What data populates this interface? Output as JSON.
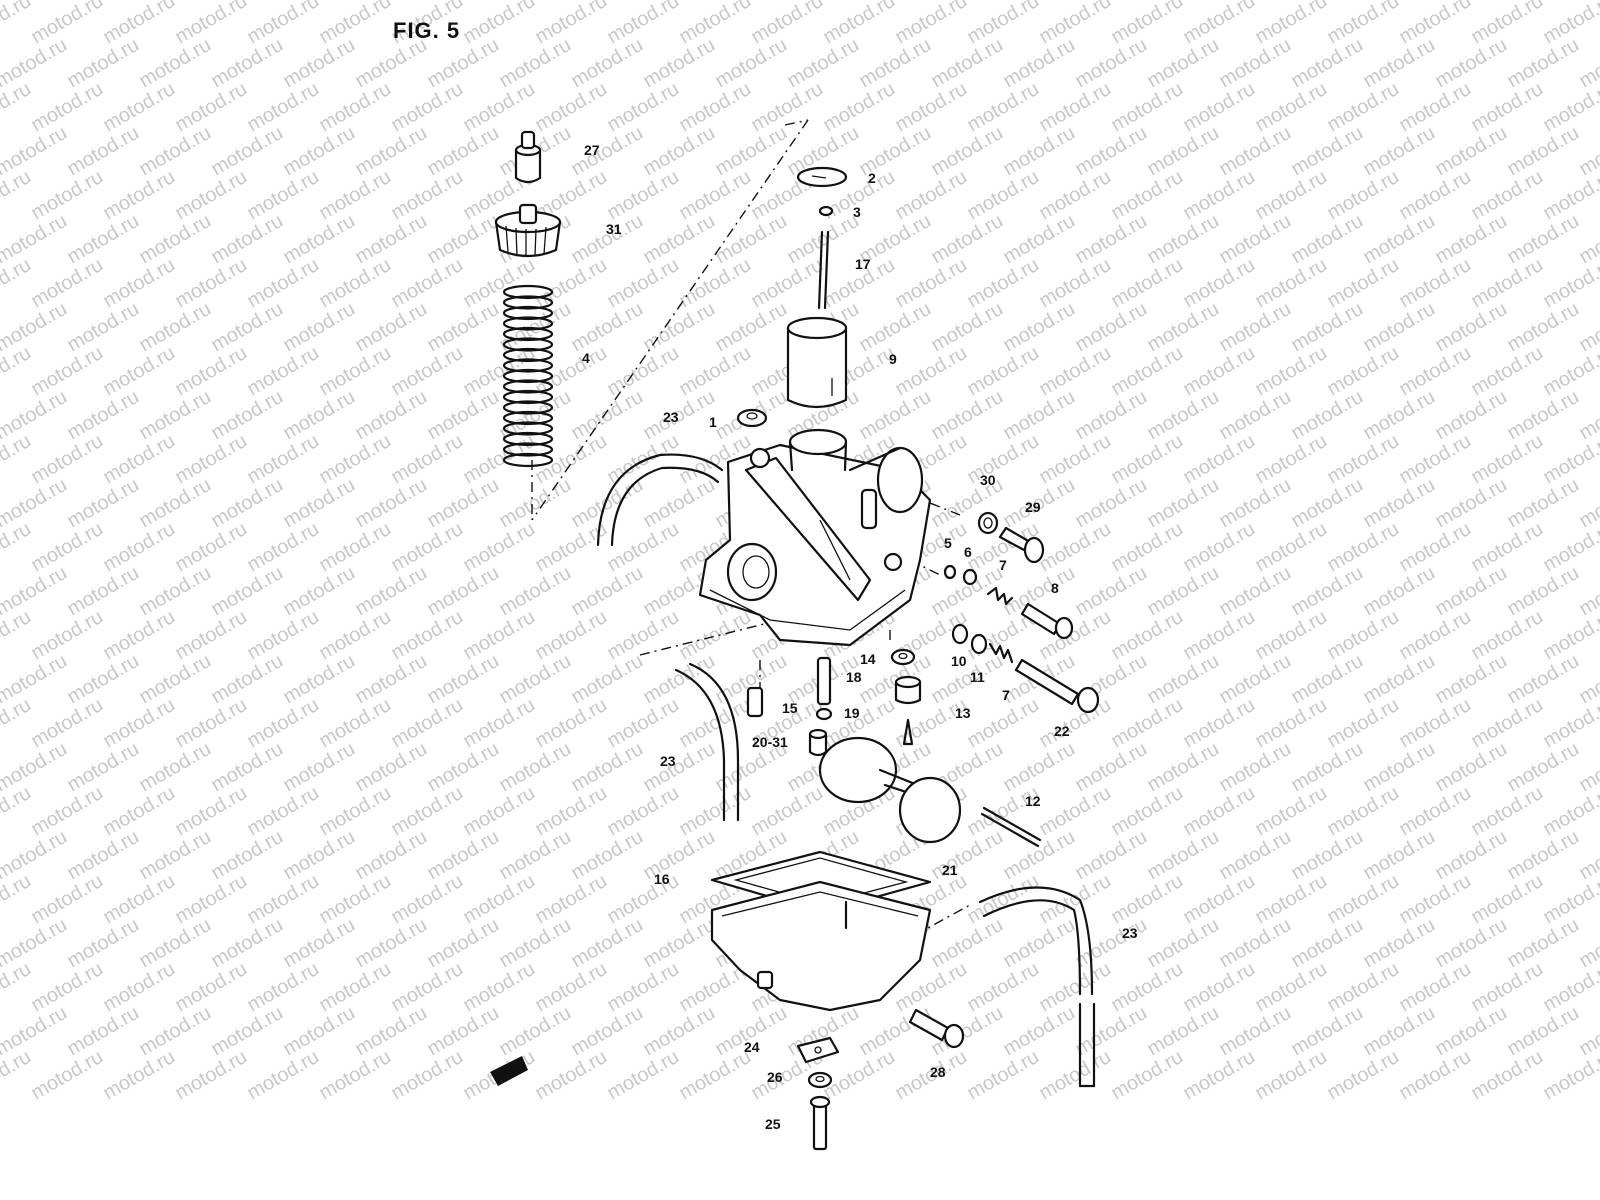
{
  "figure": {
    "title": "FIG. 5",
    "watermark_text": "motod.ru",
    "colors": {
      "ink": "#111111",
      "paper": "#ffffff",
      "watermark": "#c8c8c8"
    },
    "callouts": [
      {
        "id": "27",
        "label": "27"
      },
      {
        "id": "31a",
        "label": "31"
      },
      {
        "id": "2",
        "label": "2"
      },
      {
        "id": "3",
        "label": "3"
      },
      {
        "id": "17",
        "label": "17"
      },
      {
        "id": "4",
        "label": "4"
      },
      {
        "id": "9",
        "label": "9"
      },
      {
        "id": "23a",
        "label": "23"
      },
      {
        "id": "1",
        "label": "1"
      },
      {
        "id": "30",
        "label": "30"
      },
      {
        "id": "29",
        "label": "29"
      },
      {
        "id": "5",
        "label": "5"
      },
      {
        "id": "6",
        "label": "6"
      },
      {
        "id": "7a",
        "label": "7"
      },
      {
        "id": "8",
        "label": "8"
      },
      {
        "id": "14",
        "label": "14"
      },
      {
        "id": "10",
        "label": "10"
      },
      {
        "id": "11",
        "label": "11"
      },
      {
        "id": "7b",
        "label": "7"
      },
      {
        "id": "18",
        "label": "18"
      },
      {
        "id": "15",
        "label": "15"
      },
      {
        "id": "13",
        "label": "13"
      },
      {
        "id": "19",
        "label": "19"
      },
      {
        "id": "22",
        "label": "22"
      },
      {
        "id": "2031",
        "label": "20-31"
      },
      {
        "id": "23b",
        "label": "23"
      },
      {
        "id": "12",
        "label": "12"
      },
      {
        "id": "21",
        "label": "21"
      },
      {
        "id": "16",
        "label": "16"
      },
      {
        "id": "23c",
        "label": "23"
      },
      {
        "id": "24",
        "label": "24"
      },
      {
        "id": "28",
        "label": "28"
      },
      {
        "id": "26",
        "label": "26"
      },
      {
        "id": "25",
        "label": "25"
      }
    ]
  }
}
